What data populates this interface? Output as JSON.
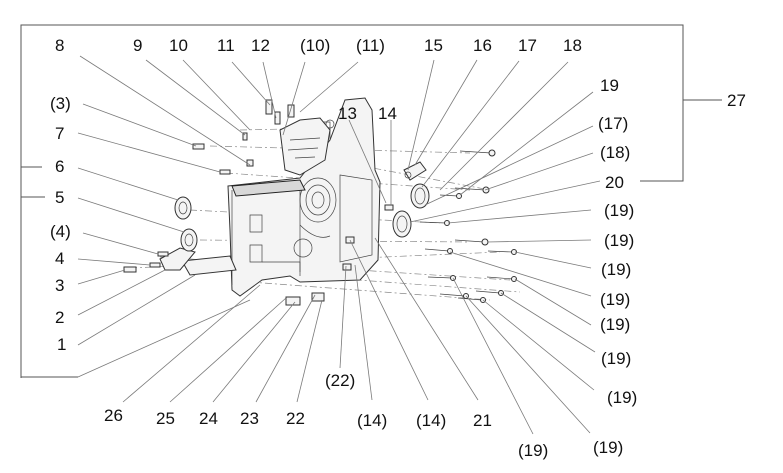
{
  "diagram": {
    "type": "exploded-parts-view",
    "subject": "engine crankcase assembly",
    "assembly_label": "27",
    "labels_top": [
      "8",
      "9",
      "10",
      "11",
      "12",
      "(10)",
      "(11)",
      "15",
      "16",
      "17",
      "18"
    ],
    "labels_left": [
      "(3)",
      "7",
      "6",
      "5",
      "(4)",
      "4",
      "3",
      "2",
      "1"
    ],
    "labels_middle": [
      "13",
      "14"
    ],
    "labels_right": [
      "19",
      "(17)",
      "(18)",
      "20",
      "(19)",
      "(19)",
      "(19)",
      "(19)",
      "(19)",
      "(19)",
      "(19)"
    ],
    "labels_bottom": [
      "26",
      "25",
      "24",
      "23",
      "22",
      "(22)",
      "(14)",
      "(14)",
      "21",
      "(19)",
      "(19)"
    ]
  }
}
